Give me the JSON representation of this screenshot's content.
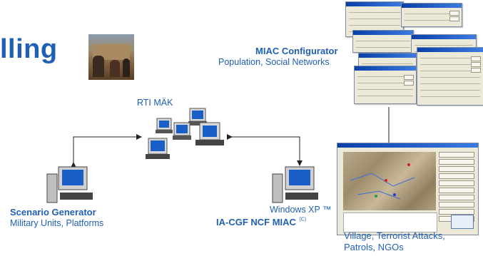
{
  "title": "lling",
  "nodes": {
    "rti": {
      "label": "RTI MÄK"
    },
    "miac_configurator": {
      "title": "MIAC Configurator",
      "subtitle": "Population, Social Networks"
    },
    "scenario_generator": {
      "title": "Scenario Generator",
      "subtitle": "Military Units, Platforms"
    },
    "ia_cgf": {
      "os": "Windows XP ™",
      "title": "IA-CGF NCF MIAC",
      "mark": "(C)"
    },
    "map_display": {
      "line1": "Village, Terrorist Attacks,",
      "line2": "Patrols, NGOs"
    }
  },
  "colors": {
    "label_blue": "#1f5fb4",
    "screen_blue": "#1a5fc8",
    "arrow": "#222222"
  }
}
